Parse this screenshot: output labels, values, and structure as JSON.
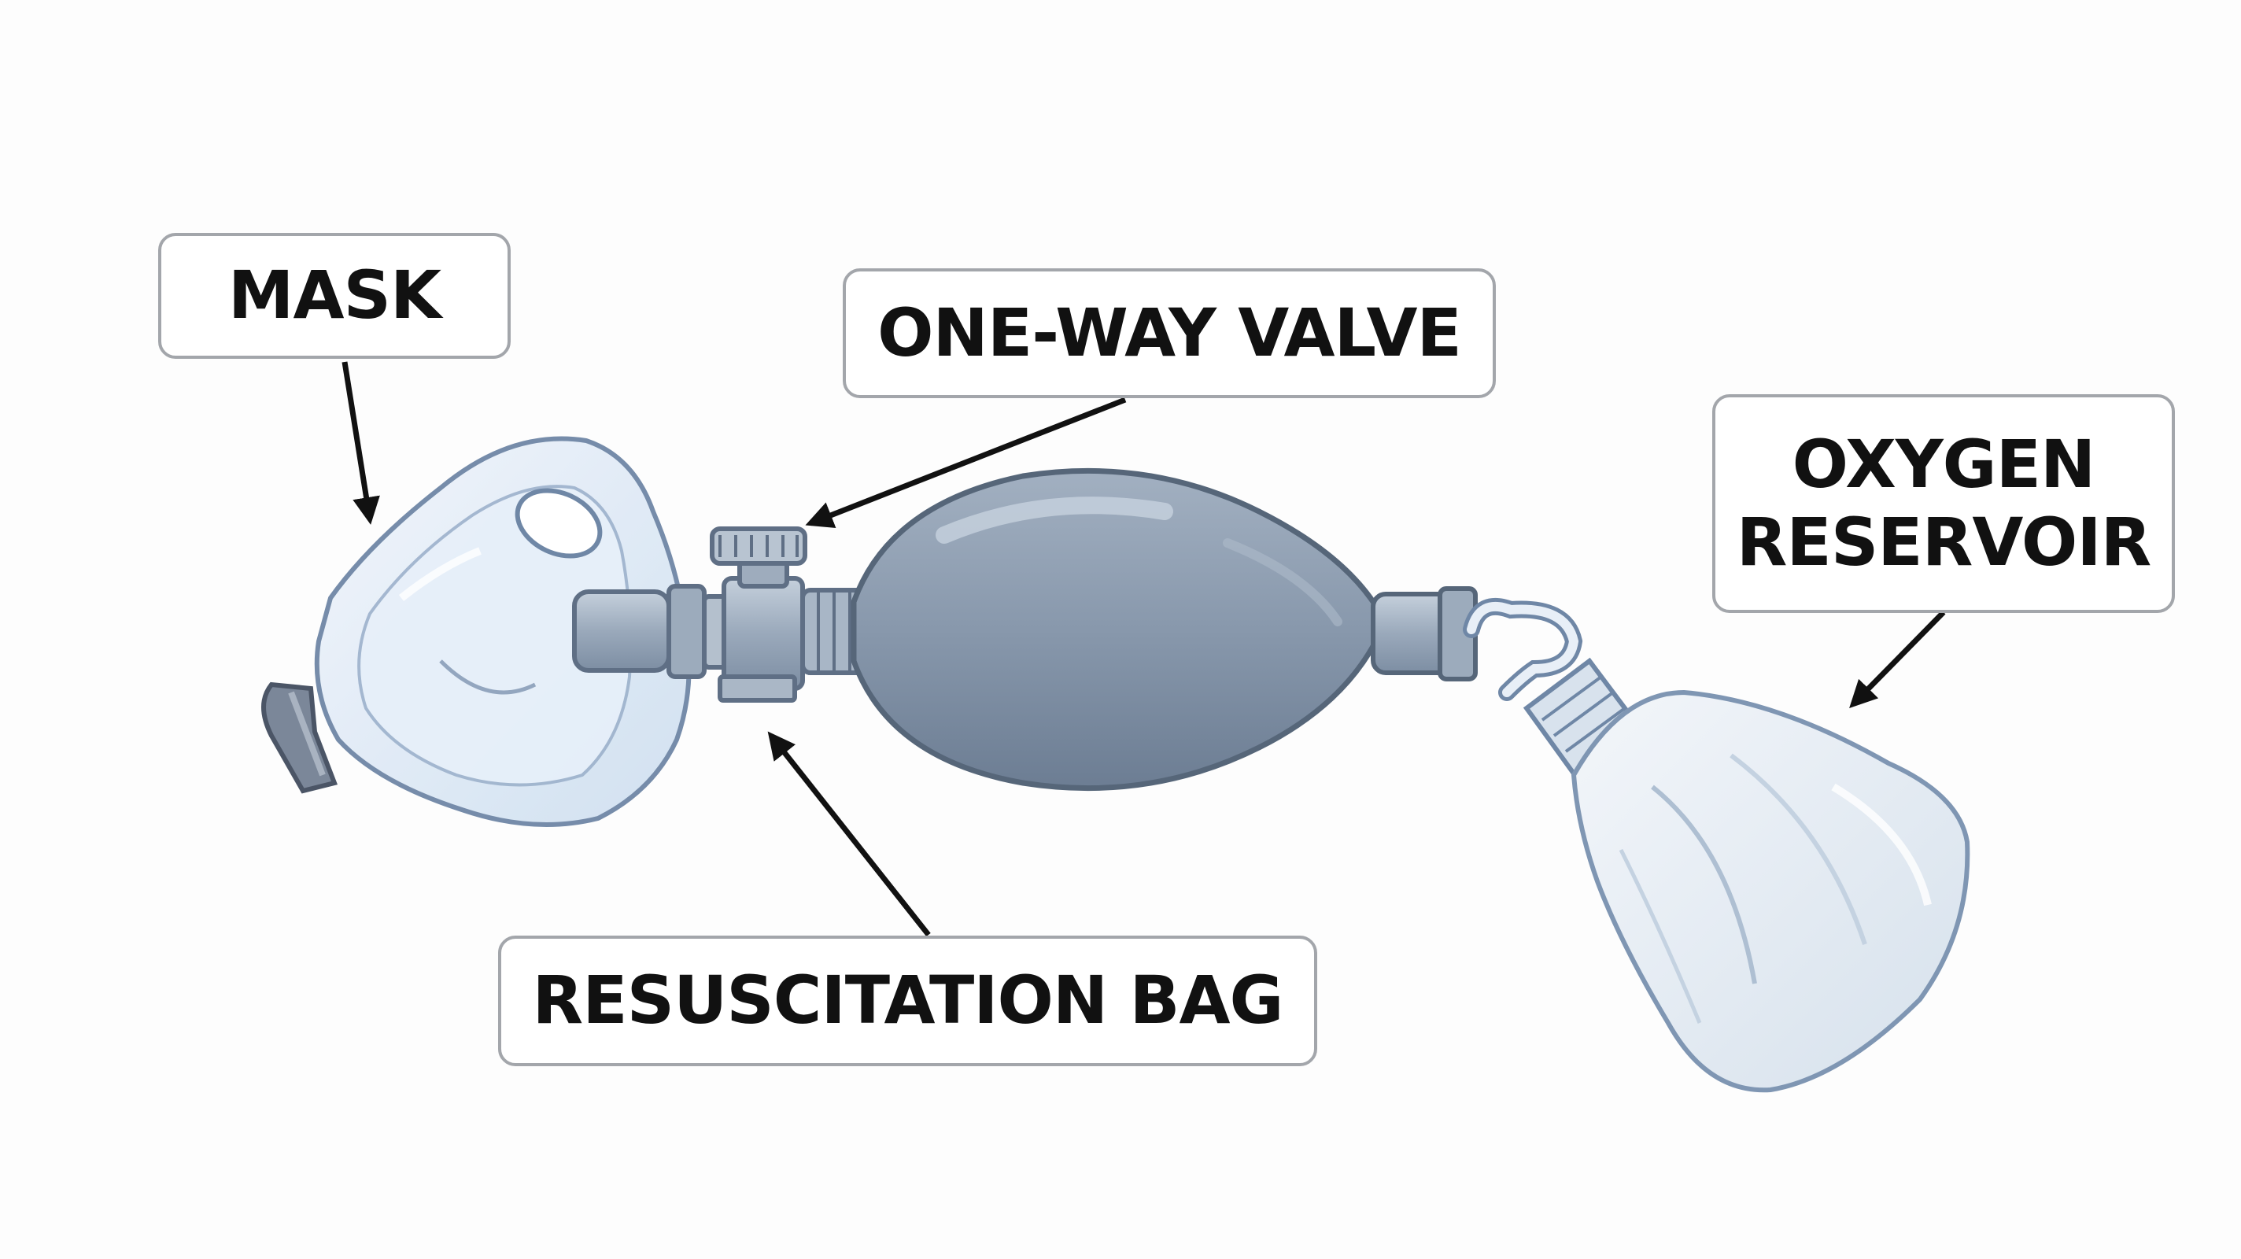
{
  "labels": {
    "mask": "MASK",
    "valve": "ONE-WAY VALVE",
    "reservoir": [
      "OXYGEN",
      "RESERVOIR"
    ],
    "bag": "RESUSCITATION BAG"
  },
  "colors": {
    "outline": "#5f6f85",
    "bag_fill": "#8797ab",
    "bag_highlight": "#b8c4d2",
    "mask_fill": "#dde9f6",
    "reservoir_fill": "#e8eef5",
    "arrow": "#111111",
    "label_border": "#a3a6ab"
  }
}
